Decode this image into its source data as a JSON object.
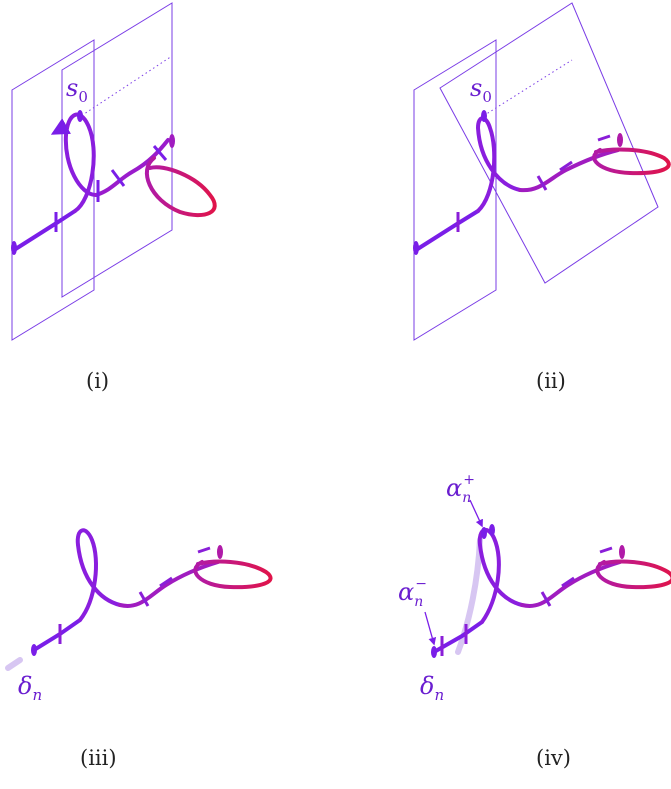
{
  "panels": [
    {
      "caption": "(i)",
      "labels": {
        "s": "s",
        "s_sub": "0"
      }
    },
    {
      "caption": "(ii)",
      "labels": {
        "s": "s",
        "s_sub": "0"
      }
    },
    {
      "caption": "(iii)",
      "labels": {
        "delta": "δ",
        "delta_sub": "n"
      }
    },
    {
      "caption": "(iv)",
      "labels": {
        "delta": "δ",
        "delta_sub": "n",
        "alpha_plus": "α",
        "alpha_plus_sub": "n",
        "alpha_plus_sup": "+",
        "alpha_minus": "α",
        "alpha_minus_sub": "n",
        "alpha_minus_sup": "−"
      }
    }
  ],
  "colors": {
    "violet": "#7a1ee8",
    "purple": "#a01cc0",
    "magenta": "#c01a8c",
    "red": "#e0144a",
    "frame": "#7a3ce6",
    "ghost": "#d7c6f2"
  }
}
